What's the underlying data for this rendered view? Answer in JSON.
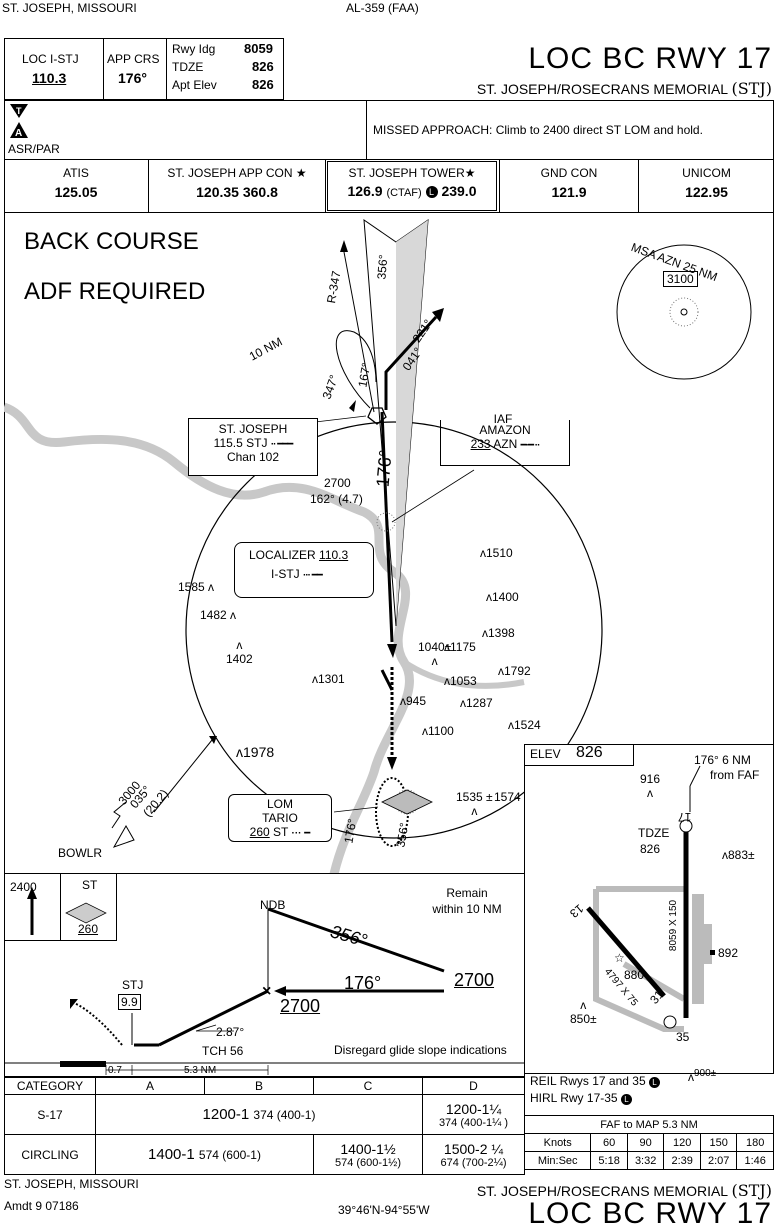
{
  "header": {
    "location": "ST. JOSEPH, MISSOURI",
    "chart_id": "AL-359 (FAA)",
    "loc_label": "LOC I-STJ",
    "loc_freq": "110.3",
    "app_crs_label": "APP CRS",
    "app_crs": "176°",
    "rwy_ldg_label": "Rwy Idg",
    "rwy_ldg": "8059",
    "tdze_label": "TDZE",
    "tdze": "826",
    "apt_elev_label": "Apt Elev",
    "apt_elev": "826",
    "title": "LOC BC RWY 17",
    "airport": "ST. JOSEPH/ROSECRANS MEMORIAL",
    "airport_id": "(STJ)"
  },
  "notes": {
    "asr": "ASR/PAR",
    "missed": "MISSED APPROACH: Climb to 2400 direct ST LOM and hold."
  },
  "comms": [
    {
      "name": "ATIS",
      "freq": "125.05"
    },
    {
      "name": "ST. JOSEPH APP CON ★",
      "freq": "120.35  360.8"
    },
    {
      "name": "ST. JOSEPH TOWER★",
      "freq": "126.9",
      "freq_note": "(CTAF)",
      "freq2": "239.0"
    },
    {
      "name": "GND CON",
      "freq": "121.9"
    },
    {
      "name": "UNICOM",
      "freq": "122.95"
    }
  ],
  "plan": {
    "back_course": "BACK COURSE",
    "adf": "ADF REQUIRED",
    "msa_label": "MSA AZN 25 NM",
    "msa_alt": "3100",
    "ten_nm": "10 NM",
    "stj": {
      "name": "ST. JOSEPH",
      "freq": "115.5",
      "id": "STJ",
      "chan": "Chan 102"
    },
    "iaf": {
      "label": "IAF",
      "name": "AMAZON",
      "freq": "233",
      "id": "AZN"
    },
    "loc": {
      "name": "LOCALIZER",
      "freq": "110.3",
      "id": "I-STJ"
    },
    "lom": {
      "name": "LOM",
      "name2": "TARIO",
      "freq": "260",
      "id": "ST"
    },
    "radial_r347": "R-347",
    "crs_167": "167°",
    "crs_347": "347°",
    "crs_221": "221°",
    "crs_041": "041°",
    "crs_356": "356°",
    "crs_176": "176°",
    "alt_2700": "2700",
    "arc_note": "162° (4.7)",
    "bowlr": "BOWLR",
    "bowlr_alt": "3000",
    "bowlr_crs": "035°",
    "bowlr_dist": "(20.2)",
    "hold_176": "176°",
    "hold_356": "356°",
    "spots": [
      {
        "id": "s1585",
        "label": "1585"
      },
      {
        "id": "s1482",
        "label": "1482"
      },
      {
        "id": "s1402",
        "label": "1402"
      },
      {
        "id": "s1301",
        "label": "1301"
      },
      {
        "id": "s1510",
        "label": "1510"
      },
      {
        "id": "s1400",
        "label": "1400"
      },
      {
        "id": "s1398",
        "label": "1398"
      },
      {
        "id": "s1175",
        "label": "1175"
      },
      {
        "id": "s1040",
        "label": "1040±"
      },
      {
        "id": "s1053",
        "label": "1053"
      },
      {
        "id": "s1792",
        "label": "1792"
      },
      {
        "id": "s945",
        "label": "945"
      },
      {
        "id": "s1287",
        "label": "1287"
      },
      {
        "id": "s1524",
        "label": "1524"
      },
      {
        "id": "s1100",
        "label": "1100"
      },
      {
        "id": "s1978",
        "label": "1978"
      },
      {
        "id": "s1535",
        "label": "1535 ±"
      },
      {
        "id": "s1574",
        "label": "1574"
      }
    ]
  },
  "profile": {
    "hold_alt": "2400",
    "hold_fix": "ST",
    "hold_freq": "260",
    "ndb": "NDB",
    "remain": "Remain",
    "remain2": "within 10 NM",
    "crs_356": "356°",
    "crs_176": "176°",
    "alt_2700_a": "2700",
    "alt_2700_b": "2700",
    "stj": "STJ",
    "stj_dme": "9.9",
    "gs": "2.87°",
    "tch": "TCH 56",
    "disregard": "Disregard glide slope indications",
    "dist_07": "0.7",
    "dist_53": "5.3 NM"
  },
  "minimums": {
    "category": "CATEGORY",
    "cats": [
      "A",
      "B",
      "C",
      "D"
    ],
    "s17_label": "S-17",
    "s17_abc": "1200-1",
    "s17_abc_sub": "374 (400-1)",
    "s17_d": "1200-1¼",
    "s17_d_sub": "374 (400-1¼ )",
    "circ_label": "CIRCLING",
    "circ_ab": "1400-1",
    "circ_ab_sub": "574 (600-1)",
    "circ_c": "1400-1½",
    "circ_c_sub": "574 (600-1½)",
    "circ_d": "1500-2 ¼",
    "circ_d_sub": "674 (700-2¼)"
  },
  "airport_diagram": {
    "elev_label": "ELEV",
    "elev": "826",
    "note": "176° 6 NM",
    "note2": "from FAF",
    "tdze": "TDZE",
    "tdze_val": "826",
    "spot_916": "916",
    "spot_883": "883±",
    "spot_892": "892",
    "spot_880": "880",
    "spot_850": "850±",
    "spot_900": "900±",
    "rwy17": "17",
    "rwy35": "35",
    "rwy13": "13",
    "rwy31": "31",
    "rwy_dims": "8059 X 150",
    "rwy2_dims": "4797 X 75",
    "reil": "REIL Rwys 17 and 35",
    "hirl": "HIRL Rwy 17-35"
  },
  "faf_table": {
    "title": "FAF to MAP 5.3 NM",
    "knots_label": "Knots",
    "time_label": "Min:Sec",
    "knots": [
      "60",
      "90",
      "120",
      "150",
      "180"
    ],
    "times": [
      "5:18",
      "3:32",
      "2:39",
      "2:07",
      "1:46"
    ]
  },
  "footer": {
    "location": "ST. JOSEPH, MISSOURI",
    "amdt": "Amdt 9  07186",
    "coords": "39°46'N-94°55'W",
    "airport": "ST. JOSEPH/ROSECRANS MEMORIAL",
    "airport_id": "(STJ)",
    "title": "LOC BC RWY 17"
  }
}
